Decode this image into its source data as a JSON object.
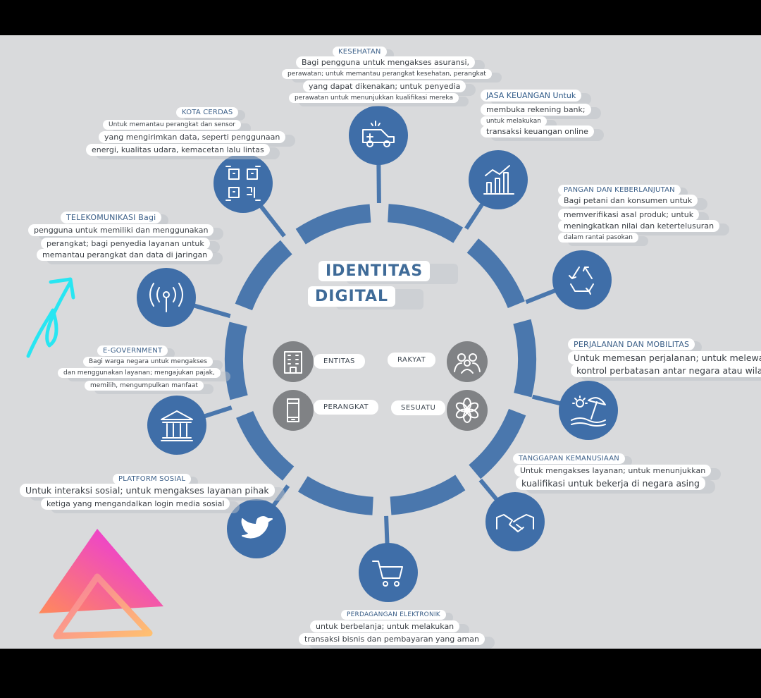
{
  "center": {
    "title_line1": "IDENTITAS",
    "title_line2": "DIGITAL"
  },
  "inner": [
    {
      "label": "ENTITAS",
      "icon": "building-icon"
    },
    {
      "label": "RAKYAT",
      "icon": "people-icon"
    },
    {
      "label": "PERANGKAT",
      "icon": "phone-icon"
    },
    {
      "label": "SESUATU",
      "icon": "flower-icon"
    }
  ],
  "nodes": [
    {
      "icon": "ambulance-icon",
      "title": "KESEHATAN",
      "lines": [
        "Bagi pengguna untuk mengakses asuransi,",
        "perawatan; untuk memantau perangkat kesehatan, perangkat",
        "yang dapat dikenakan; untuk penyedia",
        "perawatan untuk menunjukkan kualifikasi mereka"
      ]
    },
    {
      "icon": "bar-chart-icon",
      "title": "JASA KEUANGAN Untuk",
      "lines": [
        "membuka rekening bank;",
        "untuk melakukan",
        "transaksi keuangan online"
      ]
    },
    {
      "icon": "recycle-icon",
      "title": "PANGAN DAN KEBERLANJUTAN",
      "lines": [
        "Bagi petani dan konsumen untuk",
        "memverifikasi asal produk; untuk",
        "meningkatkan nilai dan ketertelusuran",
        "dalam rantai pasokan"
      ]
    },
    {
      "icon": "beach-icon",
      "title": "PERJALANAN DAN MOBILITAS",
      "lines": [
        "Untuk memesan perjalanan; untuk melewati",
        "kontrol perbatasan antar negara atau wilayah"
      ]
    },
    {
      "icon": "handshake-icon",
      "title": "TANGGAPAN KEMANUSIAAN",
      "lines": [
        "Untuk mengakses layanan; untuk menunjukkan",
        "kualifikasi untuk bekerja di negara asing"
      ]
    },
    {
      "icon": "cart-icon",
      "title": "PERDAGANGAN ELEKTRONIK",
      "lines": [
        "untuk berbelanja; untuk melakukan",
        "transaksi bisnis dan pembayaran yang aman"
      ]
    },
    {
      "icon": "twitter-bird-icon",
      "title": "PLATFORM SOSIAL",
      "lines": [
        "Untuk interaksi sosial; untuk mengakses layanan pihak",
        "ketiga yang mengandalkan login media sosial"
      ]
    },
    {
      "icon": "bank-icon",
      "title": "E-GOVERNMENT",
      "lines": [
        "Bagi warga negara untuk mengakses",
        "dan menggunakan layanan; mengajukan pajak,",
        "memilih, mengumpulkan manfaat"
      ]
    },
    {
      "icon": "antenna-icon",
      "title": "TELEKOMUNIKASI Bagi",
      "lines": [
        "pengguna untuk memiliki dan menggunakan",
        "perangkat; bagi penyedia layanan untuk",
        "memantau perangkat dan data di jaringan"
      ]
    },
    {
      "icon": "qr-code-icon",
      "title": "KOTA CERDAS",
      "lines": [
        "Untuk memantau perangkat dan sensor",
        "yang mengirimkan data, seperti penggunaan",
        "energi, kualitas udara, kemacetan lalu lintas"
      ]
    }
  ],
  "colors": {
    "ring": "#4a77ad",
    "node": "#3f6ea8",
    "inner_icon": "#808285",
    "background": "#d9dadc"
  }
}
